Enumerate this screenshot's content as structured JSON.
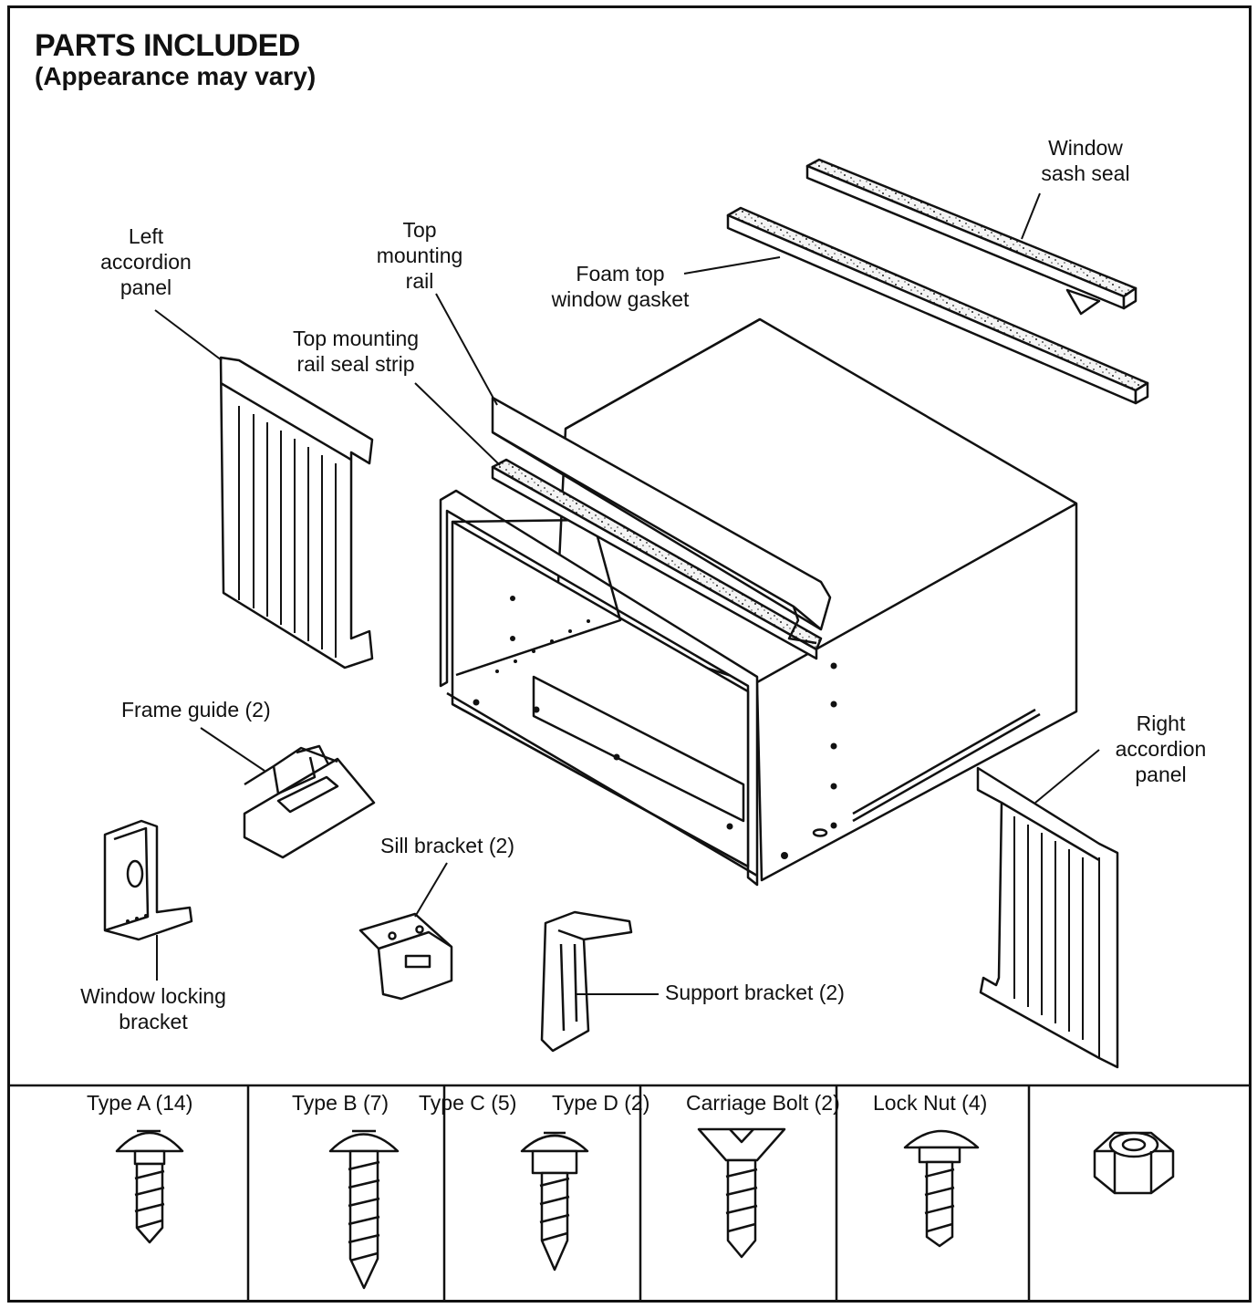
{
  "title": "PARTS INCLUDED",
  "subtitle": "(Appearance may vary)",
  "labels": {
    "window_sash_seal": "Window\nsash seal",
    "foam_top_window_gasket": "Foam top\nwindow gasket",
    "top_mounting_rail": "Top\nmounting\nrail",
    "top_mounting_rail_seal_strip": "Top mounting\nrail seal strip",
    "left_accordion_panel": "Left\naccordion\npanel",
    "right_accordion_panel": "Right\naccordion\npanel",
    "frame_guide": "Frame guide (2)",
    "sill_bracket": "Sill bracket (2)",
    "support_bracket": "Support bracket (2)",
    "window_locking_bracket": "Window locking\nbracket"
  },
  "hardware": {
    "type_a": "Type A (14)",
    "type_b": "Type B (7)",
    "type_c": "Type C (5)",
    "type_d": "Type D (2)",
    "carriage_bolt": "Carriage Bolt (2)",
    "lock_nut": "Lock Nut (4)"
  }
}
